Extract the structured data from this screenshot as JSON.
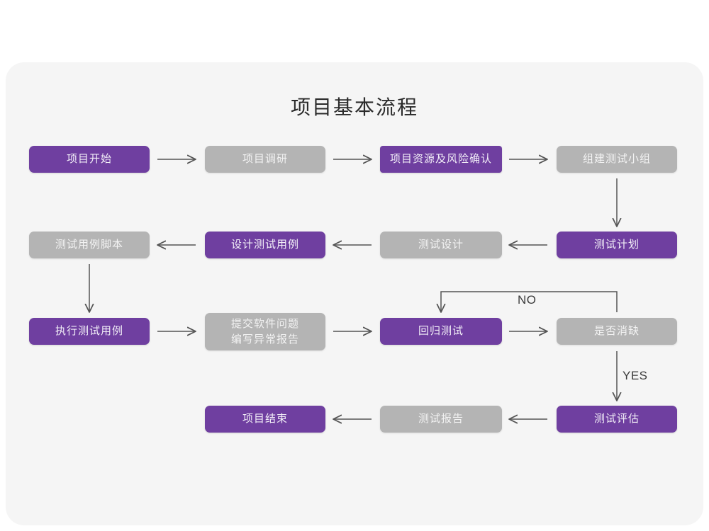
{
  "title": "项目基本流程",
  "colors": {
    "purple": "#6f3fa0",
    "gray": "#b4b4b4",
    "card_background": "#f5f5f5",
    "page_background": "#ffffff",
    "connector": "#555555",
    "title_text": "#2b2b2b"
  },
  "nodes": [
    {
      "id": "n1",
      "label": "项目开始",
      "style": "purple",
      "row": 1,
      "col": 1
    },
    {
      "id": "n2",
      "label": "项目调研",
      "style": "gray",
      "row": 1,
      "col": 2
    },
    {
      "id": "n3",
      "label": "项目资源及风险确认",
      "style": "purple",
      "row": 1,
      "col": 3
    },
    {
      "id": "n4",
      "label": "组建测试小组",
      "style": "gray",
      "row": 1,
      "col": 4
    },
    {
      "id": "n5",
      "label": "测试用例脚本",
      "style": "gray",
      "row": 2,
      "col": 1
    },
    {
      "id": "n6",
      "label": "设计测试用例",
      "style": "purple",
      "row": 2,
      "col": 2
    },
    {
      "id": "n7",
      "label": "测试设计",
      "style": "gray",
      "row": 2,
      "col": 3
    },
    {
      "id": "n8",
      "label": "测试计划",
      "style": "purple",
      "row": 2,
      "col": 4
    },
    {
      "id": "n9",
      "label": "执行测试用例",
      "style": "purple",
      "row": 3,
      "col": 1
    },
    {
      "id": "n10",
      "label": "提交软件问题\n编写异常报告",
      "style": "gray",
      "row": 3,
      "col": 2
    },
    {
      "id": "n11",
      "label": "回归测试",
      "style": "purple",
      "row": 3,
      "col": 3
    },
    {
      "id": "n12",
      "label": "是否消缺",
      "style": "gray",
      "row": 3,
      "col": 4
    },
    {
      "id": "n13",
      "label": "项目结束",
      "style": "purple",
      "row": 4,
      "col": 2
    },
    {
      "id": "n14",
      "label": "测试报告",
      "style": "gray",
      "row": 4,
      "col": 3
    },
    {
      "id": "n15",
      "label": "测试评估",
      "style": "purple",
      "row": 4,
      "col": 4
    }
  ],
  "edge_labels": {
    "no": "NO",
    "yes": "YES"
  },
  "edges": [
    {
      "from": "n1",
      "to": "n2",
      "direction": "right"
    },
    {
      "from": "n2",
      "to": "n3",
      "direction": "right"
    },
    {
      "from": "n3",
      "to": "n4",
      "direction": "right"
    },
    {
      "from": "n4",
      "to": "n8",
      "direction": "down"
    },
    {
      "from": "n8",
      "to": "n7",
      "direction": "left"
    },
    {
      "from": "n7",
      "to": "n6",
      "direction": "left"
    },
    {
      "from": "n6",
      "to": "n5",
      "direction": "left"
    },
    {
      "from": "n5",
      "to": "n9",
      "direction": "down"
    },
    {
      "from": "n9",
      "to": "n10",
      "direction": "right"
    },
    {
      "from": "n10",
      "to": "n11",
      "direction": "right"
    },
    {
      "from": "n11",
      "to": "n12",
      "direction": "right"
    },
    {
      "from": "n12",
      "to": "n11",
      "direction": "loop-up-left",
      "label": "NO"
    },
    {
      "from": "n12",
      "to": "n15",
      "direction": "down",
      "label": "YES"
    },
    {
      "from": "n15",
      "to": "n14",
      "direction": "left"
    },
    {
      "from": "n14",
      "to": "n13",
      "direction": "left"
    }
  ]
}
